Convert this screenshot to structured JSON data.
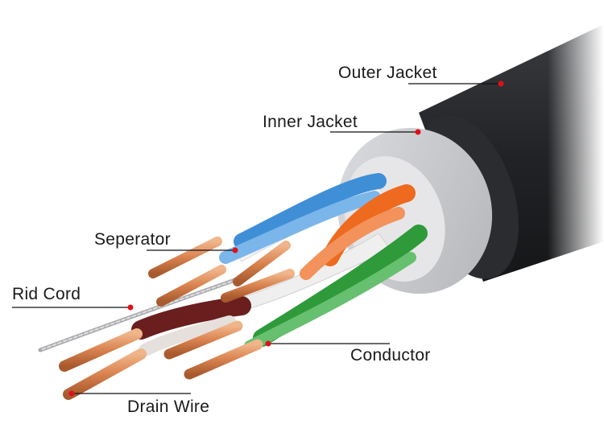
{
  "labels": {
    "outer_jacket": "Outer Jacket",
    "inner_jacket": "Inner Jacket",
    "separator": "Seperator",
    "rid_cord": "Rid Cord",
    "conductor": "Conductor",
    "drain_wire": "Drain Wire"
  },
  "colors": {
    "outer_jacket": "#1f2124",
    "inner_jacket": "#c8c9cb",
    "copper": "#d9824f",
    "pair_blue": "#3f8fd6",
    "pair_orange": "#ee6a1f",
    "pair_green": "#2e9a3a",
    "pair_brown": "#6a1e1e",
    "callout_line": "#111111",
    "callout_dot": "#e0101a"
  }
}
